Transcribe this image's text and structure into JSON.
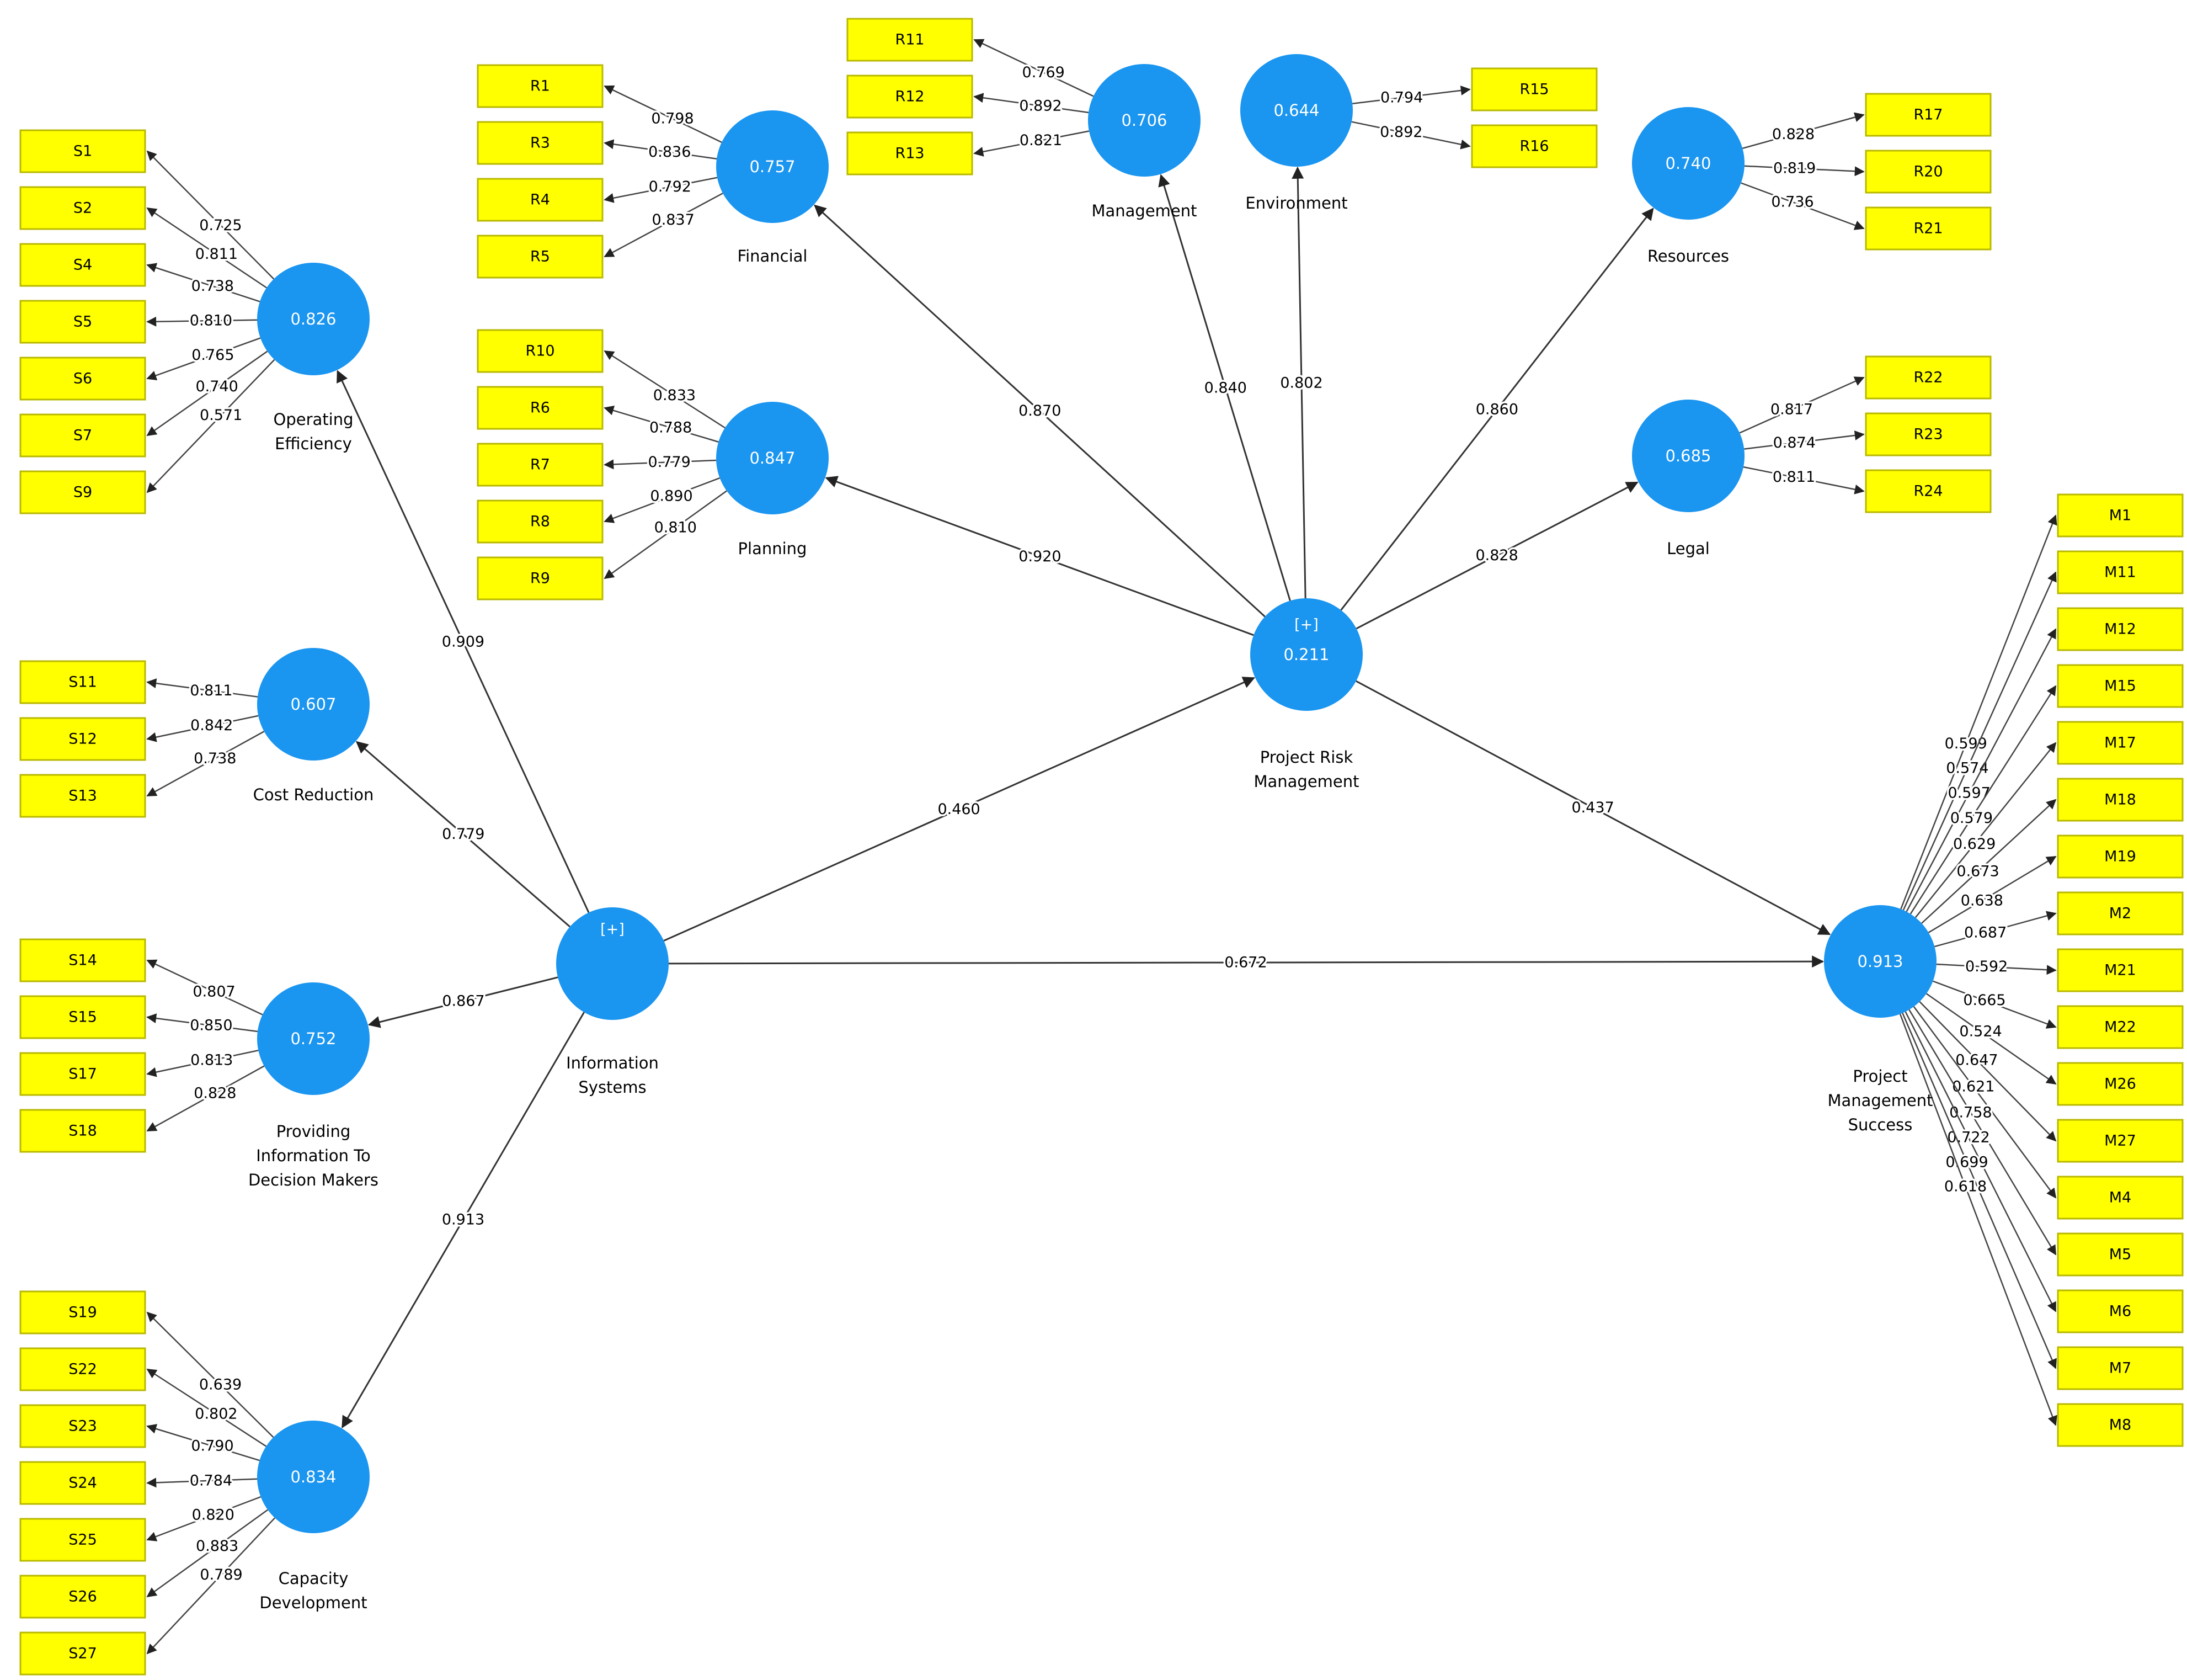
{
  "colors": {
    "latent": "#1a95f0",
    "indicator_fill": "#ffff00",
    "indicator_border": "#b8b800",
    "edge": "#333333"
  },
  "latents": [
    {
      "id": "OE",
      "name": "Operating Efficiency",
      "name_lines": [
        "Operating",
        "Efficiency"
      ],
      "value": "0.826",
      "plus": ""
    },
    {
      "id": "CR",
      "name": "Cost Reduction",
      "name_lines": [
        "Cost Reduction"
      ],
      "value": "0.607",
      "plus": ""
    },
    {
      "id": "PID",
      "name": "Providing Information To Decision Makers",
      "name_lines": [
        "Providing",
        "Information To",
        "Decision Makers"
      ],
      "value": "0.752",
      "plus": ""
    },
    {
      "id": "CD",
      "name": "Capacity Development",
      "name_lines": [
        "Capacity",
        "Development"
      ],
      "value": "0.834",
      "plus": ""
    },
    {
      "id": "IS",
      "name": "Information Systems",
      "name_lines": [
        "Information",
        "Systems"
      ],
      "value": "",
      "plus": "[+]"
    },
    {
      "id": "FIN",
      "name": "Financial",
      "name_lines": [
        "Financial"
      ],
      "value": "0.757",
      "plus": ""
    },
    {
      "id": "PLN",
      "name": "Planning",
      "name_lines": [
        "Planning"
      ],
      "value": "0.847",
      "plus": ""
    },
    {
      "id": "MGT",
      "name": "Management",
      "name_lines": [
        "Management"
      ],
      "value": "0.706",
      "plus": ""
    },
    {
      "id": "ENV",
      "name": "Environment",
      "name_lines": [
        "Environment"
      ],
      "value": "0.644",
      "plus": ""
    },
    {
      "id": "RES",
      "name": "Resources",
      "name_lines": [
        "Resources"
      ],
      "value": "0.740",
      "plus": ""
    },
    {
      "id": "LEG",
      "name": "Legal",
      "name_lines": [
        "Legal"
      ],
      "value": "0.685",
      "plus": ""
    },
    {
      "id": "PRM",
      "name": "Project Risk Management",
      "name_lines": [
        "Project Risk",
        "Management"
      ],
      "value": "0.211",
      "plus": "[+]"
    },
    {
      "id": "PMS",
      "name": "Project Management Success",
      "name_lines": [
        "Project",
        "Management",
        "Success"
      ],
      "value": "0.913",
      "plus": ""
    }
  ],
  "structural_paths": [
    {
      "from": "IS",
      "to": "OE",
      "coef": "0.909"
    },
    {
      "from": "IS",
      "to": "CR",
      "coef": "0.779"
    },
    {
      "from": "IS",
      "to": "PID",
      "coef": "0.867"
    },
    {
      "from": "IS",
      "to": "CD",
      "coef": "0.913"
    },
    {
      "from": "IS",
      "to": "PRM",
      "coef": "0.460"
    },
    {
      "from": "IS",
      "to": "PMS",
      "coef": "0.672"
    },
    {
      "from": "PRM",
      "to": "FIN",
      "coef": "0.870"
    },
    {
      "from": "PRM",
      "to": "PLN",
      "coef": "0.920"
    },
    {
      "from": "PRM",
      "to": "MGT",
      "coef": "0.840"
    },
    {
      "from": "PRM",
      "to": "ENV",
      "coef": "0.802"
    },
    {
      "from": "PRM",
      "to": "RES",
      "coef": "0.860"
    },
    {
      "from": "PRM",
      "to": "LEG",
      "coef": "0.828"
    },
    {
      "from": "PRM",
      "to": "PMS",
      "coef": "0.437"
    }
  ],
  "measurement": [
    {
      "latent": "OE",
      "indicators": [
        "S1",
        "S2",
        "S4",
        "S5",
        "S6",
        "S7",
        "S9"
      ],
      "loadings": [
        "0.725",
        "0.811",
        "0.738",
        "0.810",
        "0.765",
        "0.740",
        "0.571"
      ]
    },
    {
      "latent": "CR",
      "indicators": [
        "S11",
        "S12",
        "S13"
      ],
      "loadings": [
        "0.811",
        "0.842",
        "0.738"
      ]
    },
    {
      "latent": "PID",
      "indicators": [
        "S14",
        "S15",
        "S17",
        "S18"
      ],
      "loadings": [
        "0.807",
        "0.850",
        "0.813",
        "0.828"
      ]
    },
    {
      "latent": "CD",
      "indicators": [
        "S19",
        "S22",
        "S23",
        "S24",
        "S25",
        "S26",
        "S27"
      ],
      "loadings": [
        "0.639",
        "0.802",
        "0.790",
        "0.784",
        "0.820",
        "0.883",
        "0.789"
      ]
    },
    {
      "latent": "FIN",
      "indicators": [
        "R1",
        "R3",
        "R4",
        "R5"
      ],
      "loadings": [
        "0.798",
        "0.836",
        "0.792",
        "0.837"
      ]
    },
    {
      "latent": "PLN",
      "indicators": [
        "R10",
        "R6",
        "R7",
        "R8",
        "R9"
      ],
      "loadings": [
        "0.833",
        "0.788",
        "0.779",
        "0.890",
        "0.810"
      ]
    },
    {
      "latent": "MGT",
      "indicators": [
        "R11",
        "R12",
        "R13"
      ],
      "loadings": [
        "0.769",
        "0.892",
        "0.821"
      ]
    },
    {
      "latent": "ENV",
      "indicators": [
        "R15",
        "R16"
      ],
      "loadings": [
        "0.794",
        "0.892"
      ]
    },
    {
      "latent": "RES",
      "indicators": [
        "R17",
        "R20",
        "R21"
      ],
      "loadings": [
        "0.828",
        "0.819",
        "0.736"
      ]
    },
    {
      "latent": "LEG",
      "indicators": [
        "R22",
        "R23",
        "R24"
      ],
      "loadings": [
        "0.817",
        "0.874",
        "0.811"
      ]
    },
    {
      "latent": "PMS",
      "indicators": [
        "M1",
        "M11",
        "M12",
        "M15",
        "M17",
        "M18",
        "M19",
        "M2",
        "M21",
        "M22",
        "M26",
        "M27",
        "M4",
        "M5",
        "M6",
        "M7",
        "M8"
      ],
      "loadings": [
        "0.599",
        "0.574",
        "0.597",
        "0.579",
        "0.629",
        "0.673",
        "0.638",
        "0.687",
        "0.592",
        "0.665",
        "0.524",
        "0.647",
        "0.621",
        "0.758",
        "0.722",
        "0.699",
        "0.618"
      ]
    }
  ]
}
